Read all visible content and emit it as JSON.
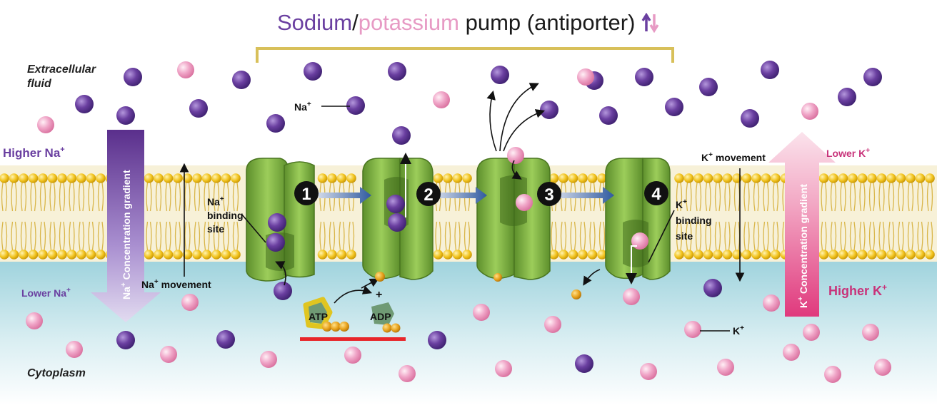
{
  "title": {
    "sodium": "Sodium",
    "slash": "/",
    "potassium": "potassium",
    "rest": "pump (antiporter)"
  },
  "regions": {
    "extracellular": [
      "Extracellular",
      "fluid"
    ],
    "cytoplasm": "Cytoplasm"
  },
  "gradients": {
    "higher_na": "Higher Na",
    "lower_na": "Lower Na",
    "lower_k": "Lower K",
    "higher_k": "Higher K",
    "na_gradient": "Na",
    "na_gradient_rest": " Concentration gradient",
    "k_gradient": "K",
    "k_gradient_rest": " Concentration gradient",
    "superscript": "+"
  },
  "labels": {
    "na_ion": "Na",
    "k_ion": "K",
    "na_binding": [
      "Na",
      "binding",
      "site"
    ],
    "k_binding": [
      "K",
      "binding",
      "site"
    ],
    "na_movement": "Na",
    "k_movement": "K",
    "movement_word": " movement",
    "atp": "ATP",
    "adp": "ADP",
    "plus": "+"
  },
  "steps": [
    "1",
    "2",
    "3",
    "4"
  ],
  "colors": {
    "sodium": "#6a3fa0",
    "potassium": "#e79ac4",
    "bracket": "#d8c05a",
    "membrane_head": "#f3c624",
    "pump": "#7fb24a",
    "cytoplasm_top": "#9dd2dc",
    "step_badge": "#111111",
    "highlight_bar": "#e8262a"
  }
}
